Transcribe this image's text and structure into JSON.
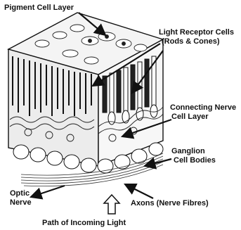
{
  "labels": {
    "pigment": "Pigment Cell Layer",
    "receptor_l1": "Light Receptor Cells",
    "receptor_l2": "(Rods & Cones)",
    "connecting_l1": "Connecting Nerve",
    "connecting_l2": "Cell Layer",
    "ganglion_l1": "Ganglion",
    "ganglion_l2": "Cell Bodies",
    "optic_l1": "Optic",
    "optic_l2": "Nerve",
    "axons": "Axons (Nerve Fibres)",
    "path": "Path of Incoming Light"
  },
  "colors": {
    "ink": "#111111",
    "background": "#ffffff"
  }
}
